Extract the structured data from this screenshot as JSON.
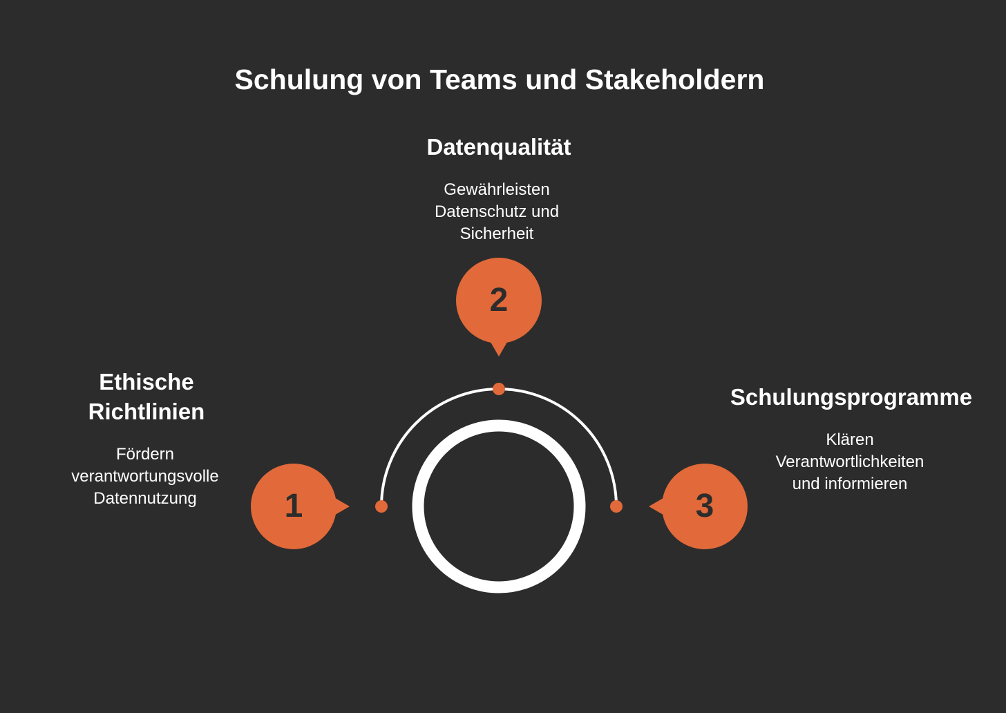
{
  "title": "Schulung von Teams und Stakeholdern",
  "colors": {
    "background": "#2c2c2c",
    "accent": "#e2693a",
    "ring": "#ffffff"
  },
  "steps": [
    {
      "number": "1",
      "title_lines": [
        "Ethische",
        "Richtlinien"
      ],
      "description_lines": [
        "Fördern",
        "verantwortungsvolle",
        "Datennutzung"
      ]
    },
    {
      "number": "2",
      "title_lines": [
        "Datenqualität"
      ],
      "description_lines": [
        "Gewährleisten",
        "Datenschutz und",
        "Sicherheit"
      ]
    },
    {
      "number": "3",
      "title_lines": [
        "Schulungsprogramme"
      ],
      "description_lines": [
        "Klären",
        "Verantwortlichkeiten",
        "und informieren"
      ]
    }
  ]
}
